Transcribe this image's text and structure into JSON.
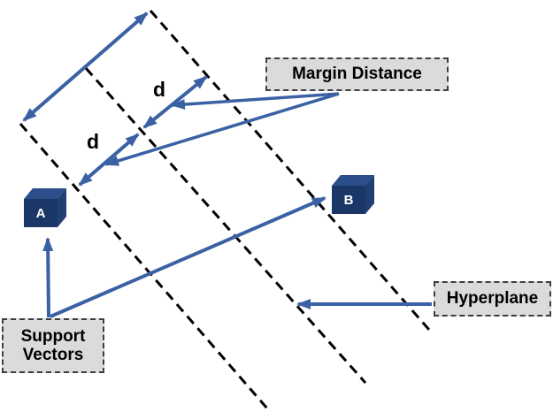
{
  "diagram": {
    "type": "svm-margin-diagram",
    "labels": {
      "margin_distance": "Margin Distance",
      "hyperplane": "Hyperplane",
      "support_vectors_line1": "Support",
      "support_vectors_line2": "Vectors",
      "distance_upper": "d",
      "distance_lower": "d",
      "cube_a": "A",
      "cube_b": "B"
    },
    "colors": {
      "arrow_blue": "#3B61A5",
      "dashed_line": "#000000",
      "cube_front": "#1B3767",
      "cube_top": "#2C4E8A",
      "cube_side": "#223F74",
      "cube_label": "#FFFFFF",
      "label_box_fill": "#DBDBDB",
      "label_box_border": "#3E3E3E",
      "label_text": "#000000",
      "background": "#FFFFFF"
    }
  }
}
